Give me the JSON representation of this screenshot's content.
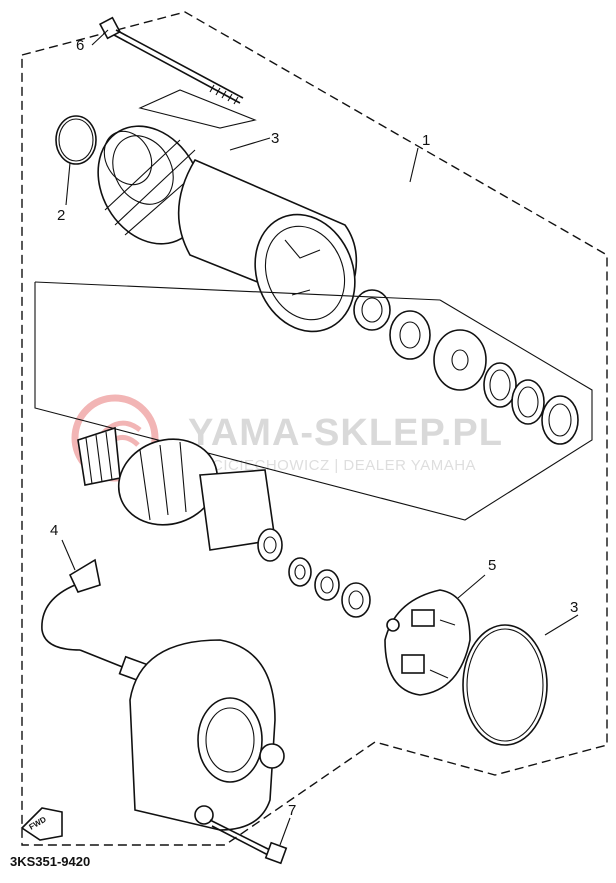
{
  "diagram": {
    "code": "3KS351-9420",
    "fwd_label": "FWD",
    "callouts": [
      "1",
      "2",
      "3",
      "3",
      "4",
      "5",
      "6",
      "7"
    ],
    "watermark": {
      "main": "YAMA-SKLEP.PL",
      "sub": "CICIECHOWICZ | DEALER YAMAHA"
    },
    "colors": {
      "line": "#111111",
      "watermark_text": "#d9d9d9",
      "watermark_logo": "#f2b5b5"
    }
  }
}
